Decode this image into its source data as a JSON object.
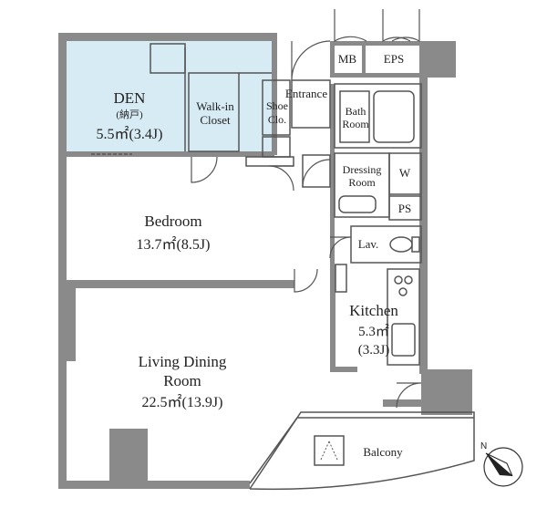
{
  "colors": {
    "wall": "#8a8a8a",
    "den_fill": "#d7ebf5",
    "line": "#555555",
    "text": "#222222"
  },
  "rooms": {
    "den": {
      "name": "DEN",
      "sub": "(納戸)",
      "area": "5.5㎡(3.4J)"
    },
    "walkin": {
      "line1": "Walk-in",
      "line2": "Closet"
    },
    "shoe": {
      "line1": "Shoe",
      "line2": "Clo."
    },
    "entrance": {
      "name": "Entrance"
    },
    "mb": {
      "name": "MB"
    },
    "eps": {
      "name": "EPS"
    },
    "bath": {
      "line1": "Bath",
      "line2": "Room"
    },
    "dressing": {
      "line1": "Dressing",
      "line2": "Room"
    },
    "w": {
      "name": "W"
    },
    "ps": {
      "name": "PS"
    },
    "lav": {
      "name": "Lav."
    },
    "bedroom": {
      "name": "Bedroom",
      "area": "13.7㎡(8.5J)"
    },
    "kitchen": {
      "name": "Kitchen",
      "area1": "5.3㎡",
      "area2": "(3.3J)"
    },
    "living": {
      "line1": "Living Dining",
      "line2": "Room",
      "area": "22.5㎡(13.9J)"
    },
    "balcony": {
      "name": "Balcony"
    }
  },
  "icons": {
    "north": "north-arrow-icon",
    "ac_unit": "outdoor-unit-icon"
  }
}
